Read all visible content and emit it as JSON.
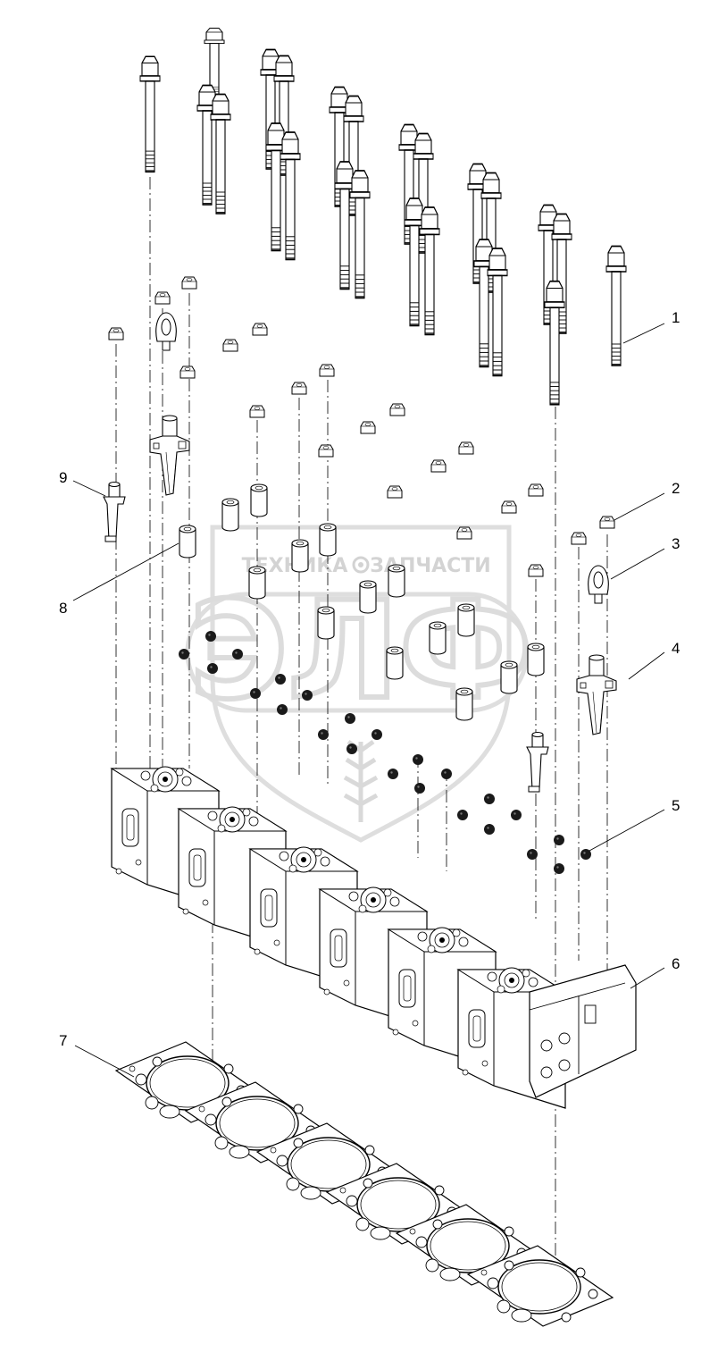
{
  "watermark": {
    "left_word": "ТЕХНИКА",
    "right_word": "ЗАПЧАСТИ",
    "big_letters": "ЭЛФ",
    "gear_icon": "gear-icon",
    "color": "#cfcfcf"
  },
  "callouts": [
    {
      "id": "1",
      "label": "1"
    },
    {
      "id": "2",
      "label": "2"
    },
    {
      "id": "3",
      "label": "3"
    },
    {
      "id": "4",
      "label": "4"
    },
    {
      "id": "5",
      "label": "5"
    },
    {
      "id": "6",
      "label": "6"
    },
    {
      "id": "7",
      "label": "7"
    },
    {
      "id": "8",
      "label": "8"
    },
    {
      "id": "9",
      "label": "9"
    }
  ],
  "colors": {
    "line": "#000000",
    "washer": "#1a1a1a",
    "background": "#ffffff"
  }
}
